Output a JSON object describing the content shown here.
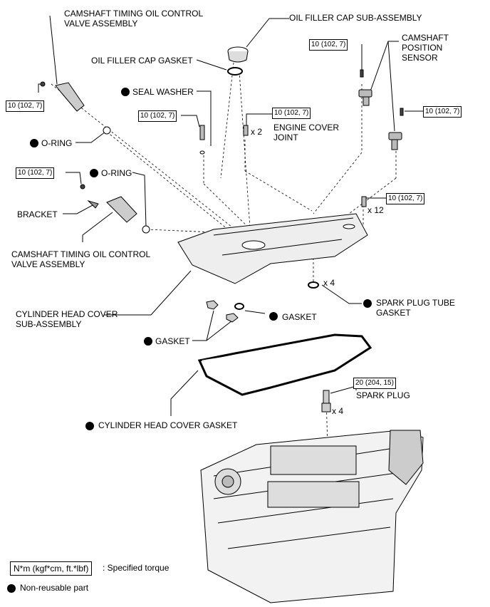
{
  "labels": {
    "cam_ocv_top": "CAMSHAFT TIMING OIL CONTROL\nVALVE ASSEMBLY",
    "oil_filler_cap": "OIL FILLER CAP SUB-ASSEMBLY",
    "oil_filler_gasket": "OIL FILLER CAP GASKET",
    "cam_pos_sensor": "CAMSHAFT\nPOSITION\nSENSOR",
    "seal_washer": "SEAL WASHER",
    "oring_top": "O-RING",
    "engine_cover_joint": "ENGINE COVER\nJOINT",
    "oring_mid": "O-RING",
    "bracket": "BRACKET",
    "cam_ocv_bottom": "CAMSHAFT TIMING OIL CONTROL\nVALVE ASSEMBLY",
    "head_cover": "CYLINDER HEAD COVER\nSUB-ASSEMBLY",
    "spark_tube_gasket": "SPARK PLUG TUBE\nGASKET",
    "gasket_right": "GASKET",
    "gasket_left": "GASKET",
    "spark_plug": "SPARK PLUG",
    "head_cover_gasket": "CYLINDER HEAD COVER GASKET"
  },
  "torques": {
    "t1": "10 (102, 7)",
    "t2": "10 (102, 7)",
    "t3": "10 (102, 7)",
    "t4": "10 (102, 7)",
    "t5": "10 (102, 7)",
    "t6": "10 (102, 7)",
    "t7": "10 (102, 7)",
    "t8": "20 (204, 15)"
  },
  "quantities": {
    "joint": "x 2",
    "bolts": "x 12",
    "tube_gasket": "x 4",
    "spark_plug": "x 4"
  },
  "legend": {
    "torque_unit": "N*m (kgf*cm, ft.*lbf)",
    "torque_desc": ": Specified torque",
    "nonreusable": "Non-reusable part"
  }
}
